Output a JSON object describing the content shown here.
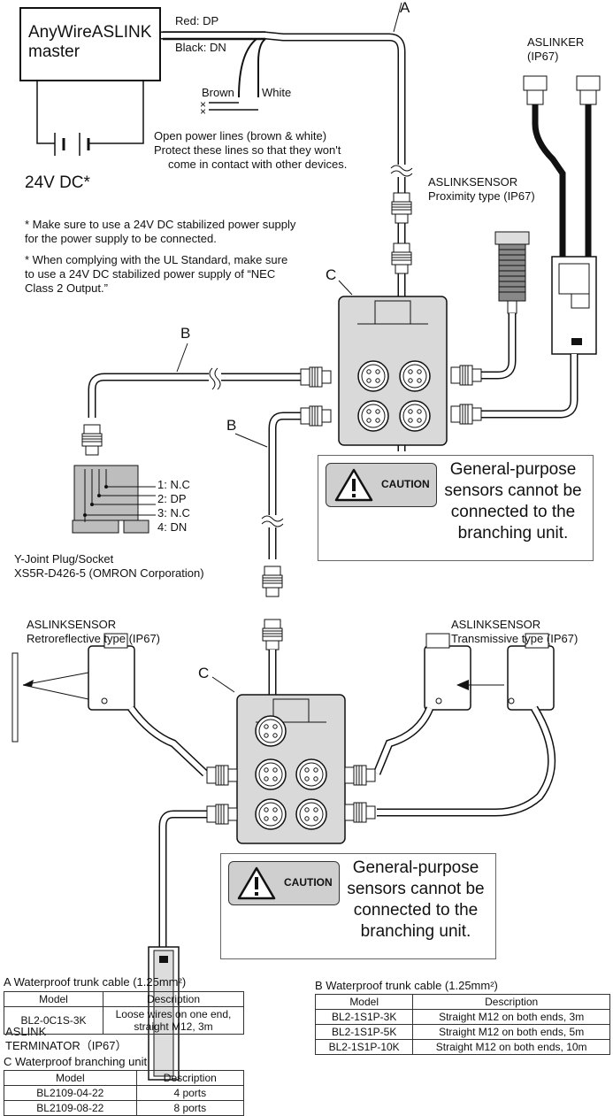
{
  "master": {
    "line1": "AnyWireASLINK",
    "line2": "master"
  },
  "wires": {
    "red": "Red: DP",
    "black": "Black: DN",
    "brown": "Brown",
    "white": "White"
  },
  "power": {
    "label": "24V DC*"
  },
  "open_power_note": [
    "Open power lines (brown & white)",
    "Protect these lines so that they won't",
    "come in contact with other devices."
  ],
  "notes": [
    [
      "* Make sure to use a 24V DC stabilized power supply",
      "  for the power supply to be connected."
    ],
    [
      "* When complying with the UL Standard, make sure",
      "  to use a 24V DC stabilized power supply of “NEC",
      "  Class 2 Output.”"
    ]
  ],
  "letters": {
    "a": "A",
    "b1": "B",
    "b2": "B",
    "c1": "C",
    "c2": "C"
  },
  "aslinker": {
    "line1": "ASLINKER",
    "line2": "(IP67)"
  },
  "proximity": {
    "line1": "ASLINKSENSOR",
    "line2": "Proximity type (IP67)"
  },
  "retro": {
    "line1": "ASLINKSENSOR",
    "line2": "Retroreflective type (IP67)"
  },
  "transmissive": {
    "line1": "ASLINKSENSOR",
    "line2": "Transmissive type (IP67)"
  },
  "terminator": {
    "line1": "ASLINK",
    "line2": "TERMINATOR（IP67）"
  },
  "yjoint": {
    "pins": [
      "1: N.C",
      "2: DP",
      "3: N.C",
      "4: DN"
    ],
    "line1": "Y-Joint Plug/Socket",
    "line2": "XS5R-D426-5 (OMRON Corporation)"
  },
  "caution": {
    "badge": "CAUTION",
    "text": [
      "General-purpose",
      "sensors cannot be",
      "connected to the",
      "branching unit."
    ]
  },
  "table_a": {
    "caption": "A Waterproof trunk cable (1.25mm²)",
    "headers": [
      "Model",
      "Description"
    ],
    "rows": [
      [
        "BL2-0C1S-3K",
        "Loose wires on one end, straight M12, 3m"
      ]
    ]
  },
  "table_b": {
    "caption": "B Waterproof trunk cable (1.25mm²)",
    "headers": [
      "Model",
      "Description"
    ],
    "rows": [
      [
        "BL2-1S1P-3K",
        "Straight M12 on both ends, 3m"
      ],
      [
        "BL2-1S1P-5K",
        "Straight M12 on both ends, 5m"
      ],
      [
        "BL2-1S1P-10K",
        "Straight M12 on both ends, 10m"
      ]
    ]
  },
  "table_c": {
    "caption": "C Waterproof branching unit",
    "headers": [
      "Model",
      "Description"
    ],
    "rows": [
      [
        "BL2109-04-22",
        "4 ports"
      ],
      [
        "BL2109-08-22",
        "8 ports"
      ]
    ]
  }
}
